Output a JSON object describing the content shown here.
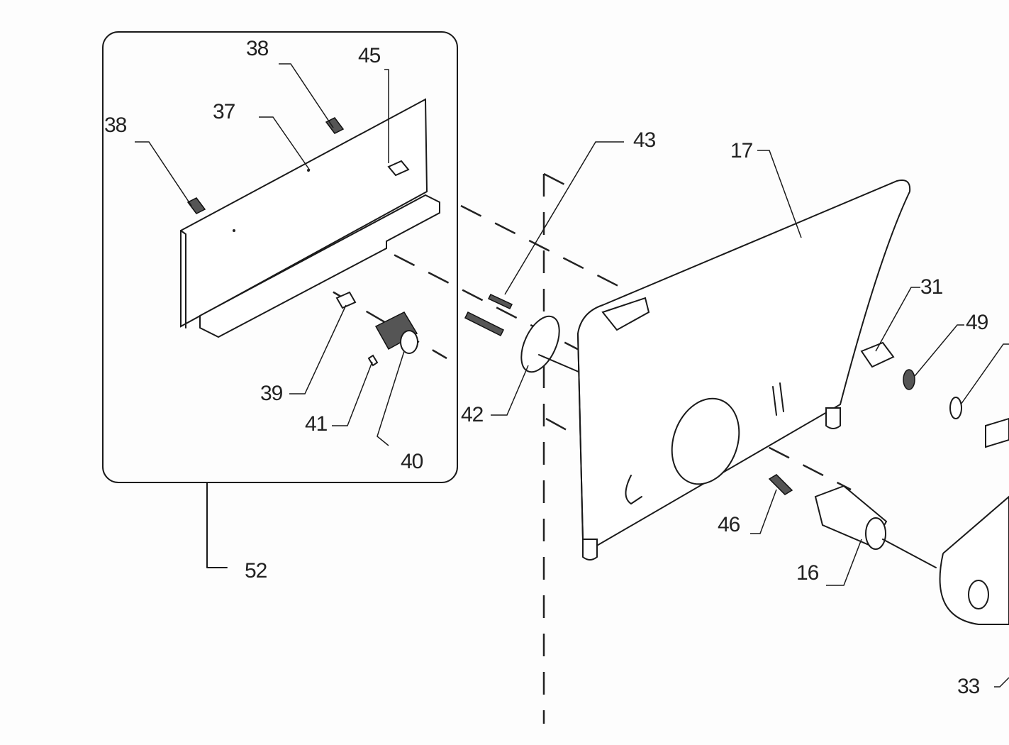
{
  "diagram": {
    "type": "exploded-parts-view",
    "callouts": [
      {
        "id": "c38a",
        "text": "38"
      },
      {
        "id": "c45",
        "text": "45"
      },
      {
        "id": "c38b",
        "text": "38"
      },
      {
        "id": "c37",
        "text": "37"
      },
      {
        "id": "c43",
        "text": "43"
      },
      {
        "id": "c17",
        "text": "17"
      },
      {
        "id": "c31",
        "text": "31"
      },
      {
        "id": "c49",
        "text": "49"
      },
      {
        "id": "c39",
        "text": "39"
      },
      {
        "id": "c41",
        "text": "41"
      },
      {
        "id": "c40",
        "text": "40"
      },
      {
        "id": "c42",
        "text": "42"
      },
      {
        "id": "c52",
        "text": "52"
      },
      {
        "id": "c46",
        "text": "46"
      },
      {
        "id": "c16",
        "text": "16"
      },
      {
        "id": "c33",
        "text": "33"
      }
    ]
  }
}
